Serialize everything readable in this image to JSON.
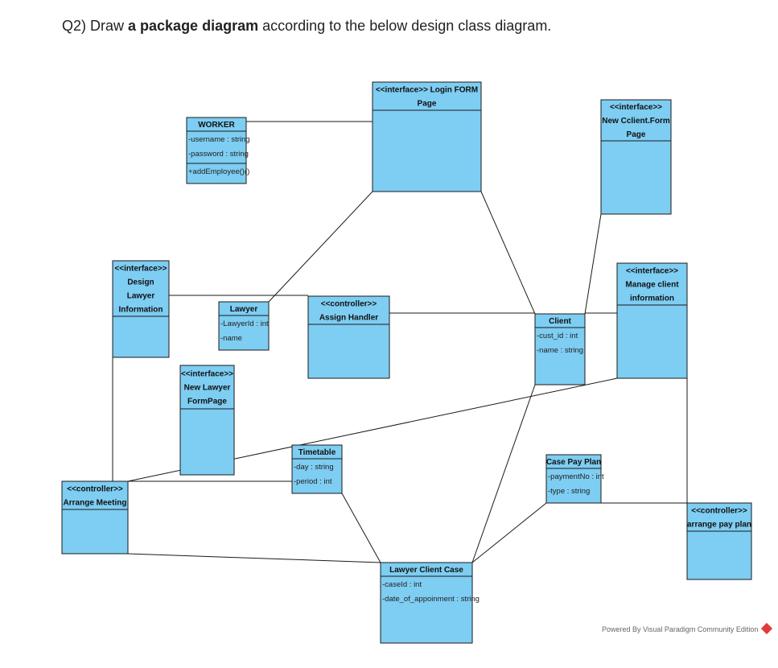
{
  "question": {
    "prefix": "Q2) Draw ",
    "bold": "a package diagram",
    "suffix": " according to the below design class diagram."
  },
  "colors": {
    "box_fill": "#7ecdf2",
    "stroke": "#1a1a1a"
  },
  "classes": [
    {
      "id": "worker",
      "title": [
        "WORKER"
      ],
      "attrs": [
        "-username : string",
        "-password : string"
      ],
      "ops": [
        "+addEmployee()()"
      ]
    },
    {
      "id": "login-form",
      "title": [
        "<<interface>> Login FORM",
        "Page"
      ],
      "attrs": []
    },
    {
      "id": "new-client-form",
      "title": [
        "<<interface>>",
        "New Cclient.Form",
        "Page"
      ],
      "attrs": []
    },
    {
      "id": "design-lawyer",
      "title": [
        "<<interface>>",
        "Design",
        "Lawyer",
        "Information"
      ],
      "attrs": []
    },
    {
      "id": "lawyer",
      "title": [
        "Lawyer"
      ],
      "attrs": [
        "-LawyerId : int",
        "-name"
      ]
    },
    {
      "id": "assign-handler",
      "title": [
        "<<controller>>",
        "Assign Handler"
      ],
      "attrs": []
    },
    {
      "id": "client",
      "title": [
        "Client"
      ],
      "attrs": [
        "-cust_id : int",
        "-name : string"
      ]
    },
    {
      "id": "manage-client",
      "title": [
        "<<interface>>",
        "Manage client",
        "information"
      ],
      "attrs": []
    },
    {
      "id": "new-lawyer-form",
      "title": [
        "<<interface>>",
        "New Lawyer",
        "FormPage"
      ],
      "attrs": []
    },
    {
      "id": "timetable",
      "title": [
        "Timetable"
      ],
      "attrs": [
        "-day : string",
        "-period : int"
      ]
    },
    {
      "id": "case-pay-plan",
      "title": [
        "Case Pay Plan"
      ],
      "attrs": [
        "-paymentNo : int",
        "-type : string"
      ]
    },
    {
      "id": "arrange-meeting",
      "title": [
        "<<controller>>",
        "Arrange Meeting"
      ],
      "attrs": []
    },
    {
      "id": "arrange-pay-plan",
      "title": [
        "<<controller>>",
        "arrange pay plan"
      ],
      "attrs": []
    },
    {
      "id": "lawyer-client-case",
      "title": [
        "Lawyer Client Case"
      ],
      "attrs": [
        "-caseId : int",
        "-date_of_appoinment : string"
      ]
    }
  ],
  "footer": {
    "powered_by": "Powered By  Visual Paradigm Community Edition"
  }
}
